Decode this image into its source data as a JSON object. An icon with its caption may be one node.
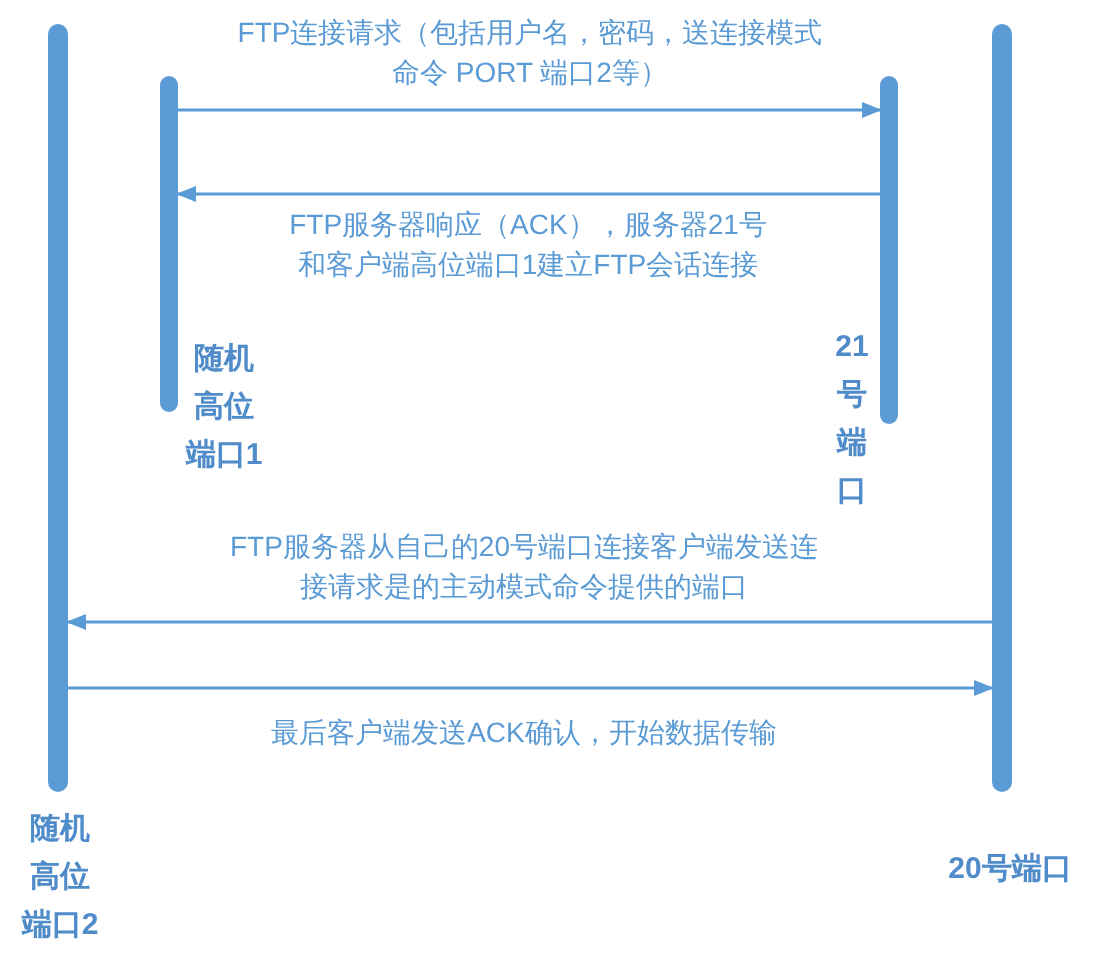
{
  "diagram": {
    "nodes": [
      {
        "text": [
          "随机高位端口2"
        ]
      },
      {
        "text": [
          "随机高位端口1"
        ]
      },
      {
        "text": [
          "21号端口"
        ]
      },
      {
        "text": [
          "20号端口"
        ]
      }
    ],
    "edges": [
      {
        "from": 1,
        "to": 2,
        "arrow": "to",
        "label": "FTP连接请求（包括用户名，密码，送连接模式命令 PORT 端口2等）"
      },
      {
        "from": 2,
        "to": 1,
        "arrow": "to",
        "label": "FTP服务器响应（ACK），服务器21号和客户端高位端口1建立FTP会话连接"
      },
      {
        "from": 3,
        "to": 0,
        "arrow": "to",
        "label": "FTP服务器从自己的20号端口连接客户端发送连接请求是的主动模式命令提供的端口"
      },
      {
        "from": 0,
        "to": 3,
        "arrow": "to",
        "label": "最后客户端发送ACK确认，开始数据传输"
      }
    ]
  }
}
